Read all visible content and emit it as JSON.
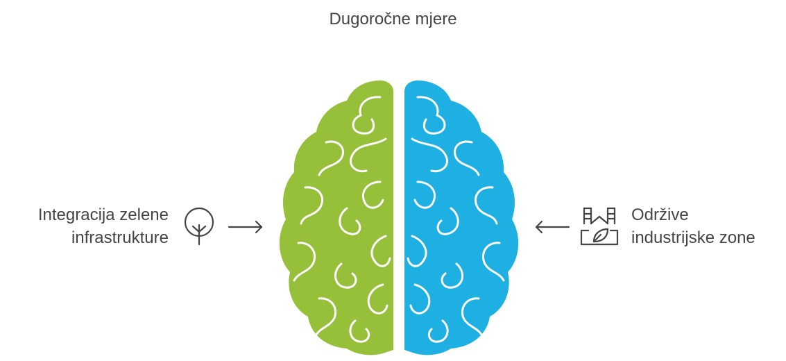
{
  "title": "Dugoročne mjere",
  "left": {
    "label_line1": "Integracija zelene",
    "label_line2": "infrastrukture",
    "icon": "tree-icon",
    "color": "#96c03a"
  },
  "right": {
    "label_line1": "Održive",
    "label_line2": "industrijske zone",
    "icon": "eco-factory-icon",
    "color": "#1eb0e3"
  }
}
